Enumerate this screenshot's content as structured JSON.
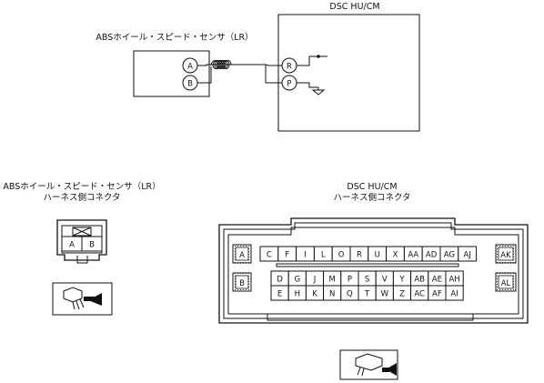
{
  "diagram": {
    "dsc_unit_label": "DSC HU/CM",
    "sensor_label": "ABSホイール・スピード・センサ（LR）",
    "sensor_pins": [
      "A",
      "B"
    ],
    "dsc_pins": [
      "R",
      "P"
    ]
  },
  "sensor_connector": {
    "title_line1": "ABSホイール・スピード・センサ（LR）",
    "title_line2": "ハーネス側コネクタ",
    "pins": [
      "A",
      "B"
    ]
  },
  "dsc_connector": {
    "title_line1": "DSC HU/CM",
    "title_line2": "ハーネス側コネクタ",
    "corner_pins": {
      "top_left": "A",
      "bottom_left": "B",
      "top_right": "AK",
      "bottom_right": "AL"
    },
    "row1": [
      "C",
      "F",
      "I",
      "L",
      "O",
      "R",
      "U",
      "X",
      "AA",
      "AD",
      "AG",
      "AJ"
    ],
    "row2": [
      "D",
      "G",
      "J",
      "M",
      "P",
      "S",
      "V",
      "Y",
      "AB",
      "AE",
      "AH"
    ],
    "row3": [
      "E",
      "H",
      "K",
      "N",
      "Q",
      "T",
      "W",
      "Z",
      "AC",
      "AF",
      "AI"
    ]
  }
}
